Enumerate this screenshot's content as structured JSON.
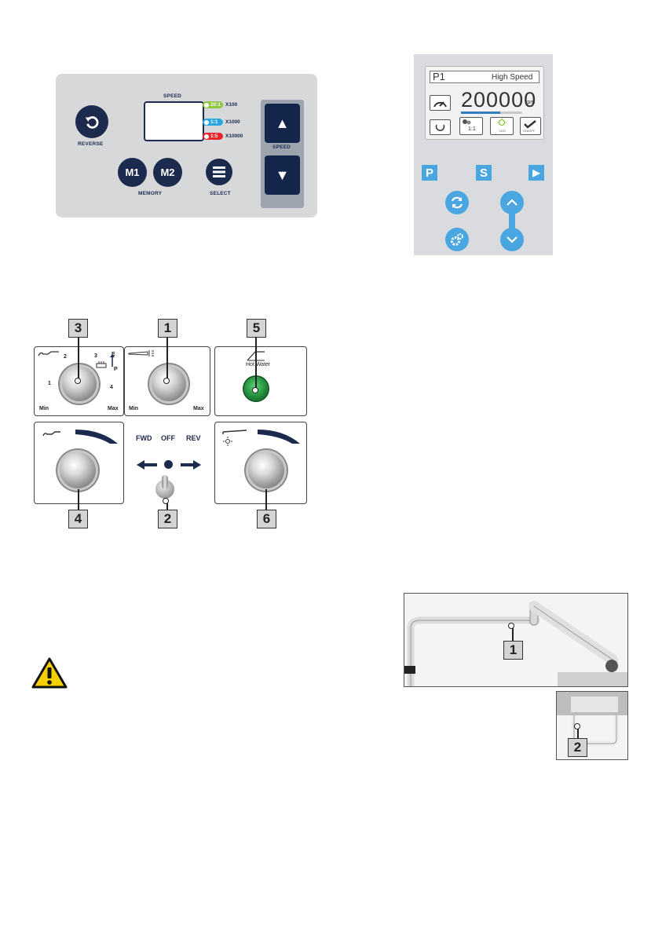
{
  "panel_a": {
    "reverse_label": "REVERSE",
    "speed_label": "SPEED",
    "memory_label": "MEMORY",
    "select_label": "SELECT",
    "m1_label": "M1",
    "m2_label": "M2",
    "ratios": [
      {
        "ratio": "20:1",
        "multiplier": "X100",
        "color": "#8dc63f"
      },
      {
        "ratio": "1:1",
        "multiplier": "X1000",
        "color": "#29a8e0"
      },
      {
        "ratio": "1:5",
        "multiplier": "X10000",
        "color": "#e8262a"
      }
    ],
    "up_glyph": "▲",
    "down_glyph": "▼",
    "speed_box_label": "SPEED"
  },
  "panel_b": {
    "program": "P1",
    "mode": "High Speed",
    "rpm_value": "200000",
    "rpm_unit": "rpm",
    "ratio": "1:1",
    "led_label": "LED",
    "onoff_label": "ON/OFF",
    "btn_p": "P",
    "btn_s": "S",
    "btn_play": "▶"
  },
  "panel_c": {
    "callouts": [
      "3",
      "1",
      "5",
      "4",
      "2",
      "6"
    ],
    "min_label": "Min",
    "max_label": "Max",
    "scale_1": "1",
    "scale_2": "2",
    "scale_3": "3",
    "scale_4": "4",
    "hot_water_label": "Hot Water",
    "fwd_label": "FWD",
    "off_label": "OFF",
    "rev_label": "REV",
    "e_label": "E",
    "p_label": "P"
  },
  "panel_d": {
    "callout_arm": "1",
    "callout_handle": "2"
  },
  "colors": {
    "navy": "#1b2a4d",
    "accent_blue": "#49a6e0",
    "warning_yellow": "#f5d000",
    "lamp_green": "#1f8f3a"
  }
}
